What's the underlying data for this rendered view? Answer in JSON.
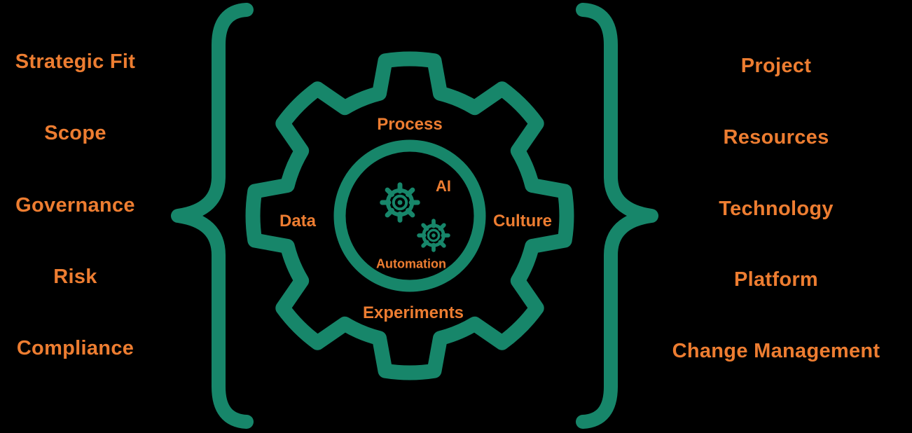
{
  "colors": {
    "background": "#000000",
    "orange": "#ED7D31",
    "teal": "#17866A"
  },
  "left_items": [
    "Strategic Fit",
    "Scope",
    "Governance",
    "Risk",
    "Compliance"
  ],
  "right_items": [
    "Project",
    "Resources",
    "Technology",
    "Platform",
    "Change Management"
  ],
  "gear_labels": {
    "top": "Process",
    "left": "Data",
    "right": "Culture",
    "bottom": "Experiments"
  },
  "center_labels": {
    "ai": "AI",
    "automation": "Automation"
  }
}
